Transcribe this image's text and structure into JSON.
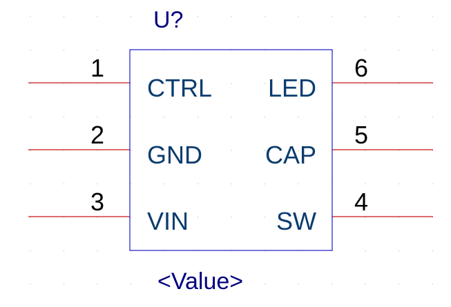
{
  "component": {
    "designator": "U?",
    "value": "<Value>"
  },
  "pins": {
    "left": [
      {
        "number": "1",
        "name": "CTRL"
      },
      {
        "number": "2",
        "name": "GND"
      },
      {
        "number": "3",
        "name": "VIN"
      }
    ],
    "right": [
      {
        "number": "6",
        "name": "LED"
      },
      {
        "number": "5",
        "name": "CAP"
      },
      {
        "number": "4",
        "name": "SW"
      }
    ]
  },
  "colors": {
    "background": "#ffffff",
    "grid_dot": "#c8c8c8",
    "body_outline": "#1a1ac8",
    "pin_line": "#c81414",
    "pin_name": "#0a3c6e",
    "pin_number": "#000000",
    "designator": "#000080",
    "value": "#000080"
  }
}
